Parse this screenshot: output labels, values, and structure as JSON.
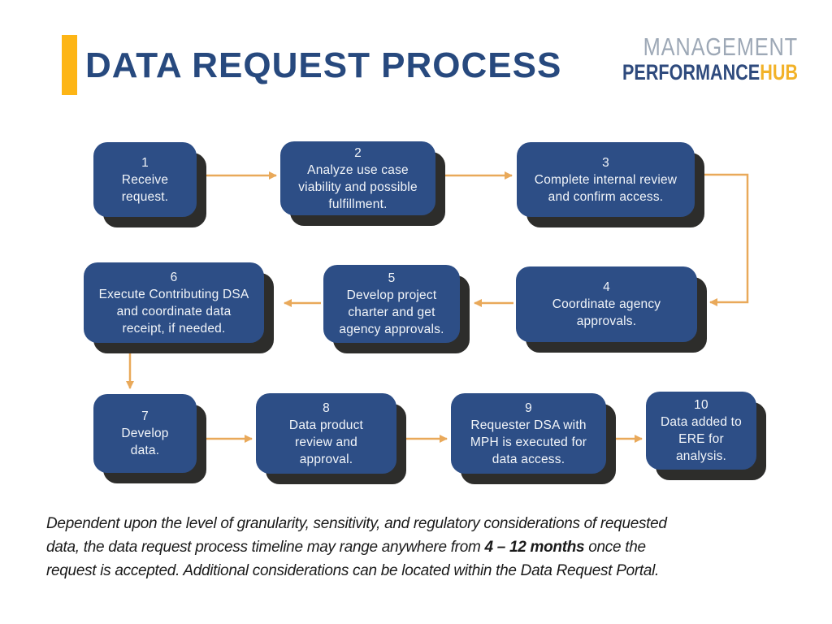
{
  "title": "DATA REQUEST PROCESS",
  "logo": {
    "top": "MANAGEMENT",
    "bottom_left": "PERFORMANCE",
    "bottom_right": "HUB"
  },
  "steps": [
    {
      "num": "1",
      "text": "Receive request."
    },
    {
      "num": "2",
      "text": "Analyze use case viability and possible fulfillment."
    },
    {
      "num": "3",
      "text": "Complete internal review and confirm access."
    },
    {
      "num": "4",
      "text": "Coordinate agency approvals."
    },
    {
      "num": "5",
      "text": "Develop project charter and get agency approvals."
    },
    {
      "num": "6",
      "text": "Execute Contributing DSA and coordinate data receipt, if needed."
    },
    {
      "num": "7",
      "text": "Develop data."
    },
    {
      "num": "8",
      "text": "Data product review and approval."
    },
    {
      "num": "9",
      "text": "Requester DSA with MPH is executed for data access."
    },
    {
      "num": "10",
      "text": "Data added to ERE for analysis."
    }
  ],
  "footnote": {
    "line1": "Dependent upon the level of granularity, sensitivity, and regulatory considerations of requested",
    "line2_pre": "data, the data request process timeline may range anywhere from ",
    "line2_bold": "4 – 12 months",
    "line2_post": " once the",
    "line3": "request is accepted. Additional considerations can be located within the Data Request Portal."
  },
  "colors": {
    "background": "#FFFFFF",
    "accent_yellow": "#FDB515",
    "title_navy": "#27497E",
    "box_blue": "#2D4E86",
    "step_text": "#F2F5F9",
    "shadow_dark": "#2D2D2B",
    "arrow_orange": "#E9A95A",
    "logo_gray": "#9DA8B6",
    "logo_navy": "#2E4A7D",
    "logo_yellow": "#F2B228",
    "footnote_ink": "#1A1A1A"
  }
}
